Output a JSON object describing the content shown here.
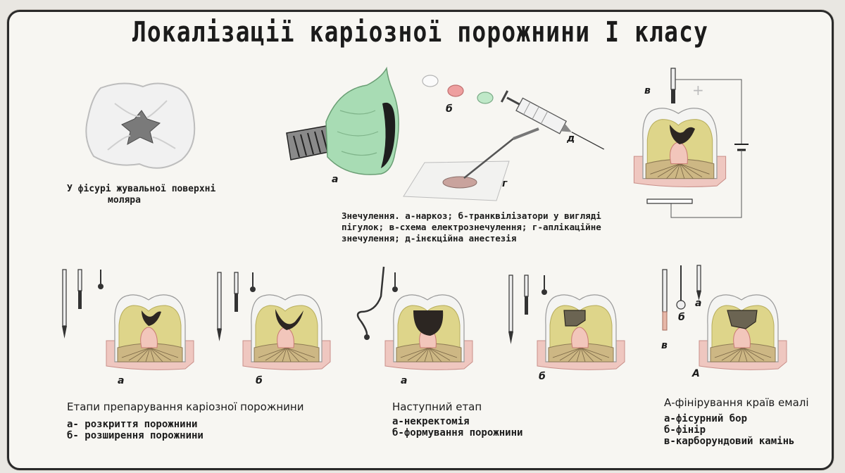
{
  "title": "Локалізації каріозної порожнини І класу",
  "molar": {
    "caption_1": "У фісурі жувальної поверхні",
    "caption_2": "моляра"
  },
  "anesthesia": {
    "labels": {
      "a": "а",
      "b": "б",
      "v": "в",
      "g": "г",
      "d": "д"
    },
    "caption": [
      "Знечулення. а-наркоз; б-транквілізатори у вигляді",
      "пігулок; в-схема електрознечулення; г-аплікаційне",
      "знечулення; д-інєкційна анестезія"
    ]
  },
  "stage1": {
    "labels": {
      "a": "а",
      "b": "б"
    },
    "heading": "Етапи препарування каріозної порожнини",
    "items": [
      "а- розкриття порожнини",
      "б- розширення порожнини"
    ]
  },
  "stage2": {
    "labels": {
      "a": "а",
      "b": "б"
    },
    "heading": "Наступний етап",
    "items": [
      "а-некректомія",
      "б-формування порожнини"
    ]
  },
  "stage3": {
    "labels": {
      "A": "А",
      "b": "б",
      "v": "в",
      "a": "а"
    },
    "heading": "А-фінірування країв емалі",
    "items": [
      "а-фісурний бор",
      "б-фінір",
      "в-карборундовий камінь"
    ]
  },
  "colors": {
    "dentin": "#ded58a",
    "gum": "#efc7c0",
    "pulp": "#f2c6bb",
    "caries": "#3a3530",
    "mask": "#a8dcb4",
    "border": "#2a2a2a"
  }
}
